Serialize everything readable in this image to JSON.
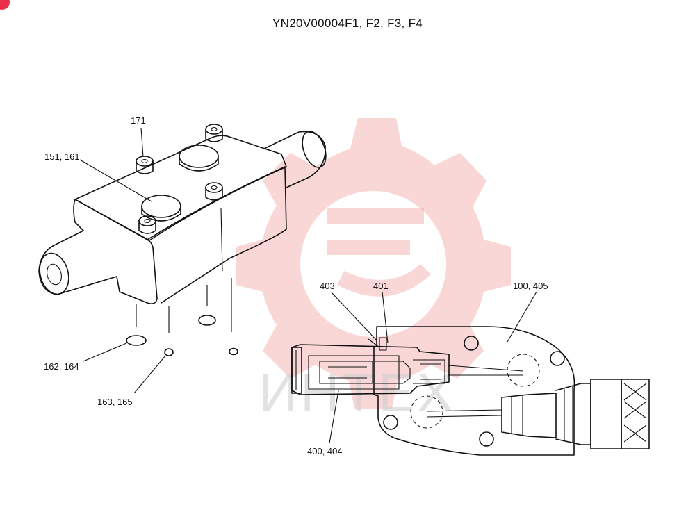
{
  "title": "YN20V00004F1, F2, F3, F4",
  "watermark": {
    "text": "ИНТЕХ",
    "color": "#f28b8b"
  },
  "callouts": {
    "c171": "171",
    "c151_161": "151, 161",
    "c162_164": "162, 164",
    "c163_165": "163, 165",
    "c403": "403",
    "c401": "401",
    "c100_405": "100, 405",
    "c400_404": "400, 404"
  },
  "colors": {
    "line": "#111111",
    "badge": "#e8304a"
  }
}
